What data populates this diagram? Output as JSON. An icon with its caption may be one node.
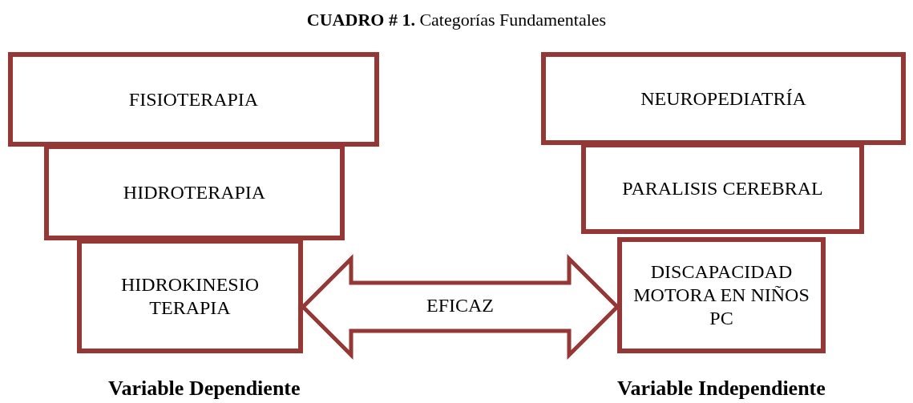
{
  "diagram": {
    "title": "**CUADRO # 1.** Categorías Fundamentales",
    "nodes": [
      {
        "text": [
          "FISIOTERAPIA"
        ]
      },
      {
        "text": [
          "HIDROTERAPIA"
        ]
      },
      {
        "text": [
          "HIDROKINESIO TERAPIA"
        ]
      },
      {
        "text": [
          "NEUROPEDIATRÍA"
        ]
      },
      {
        "text": [
          "PARALISIS CEREBRAL"
        ]
      },
      {
        "text": [
          "DISCAPACIDAD MOTORA EN NIÑOS PC"
        ]
      }
    ],
    "edges": [
      {
        "from": 2,
        "to": 5,
        "arrow": "both",
        "label": "EFICAZ"
      }
    ],
    "labels": [
      "Variable Dependiente",
      "Variable Independiente"
    ]
  }
}
